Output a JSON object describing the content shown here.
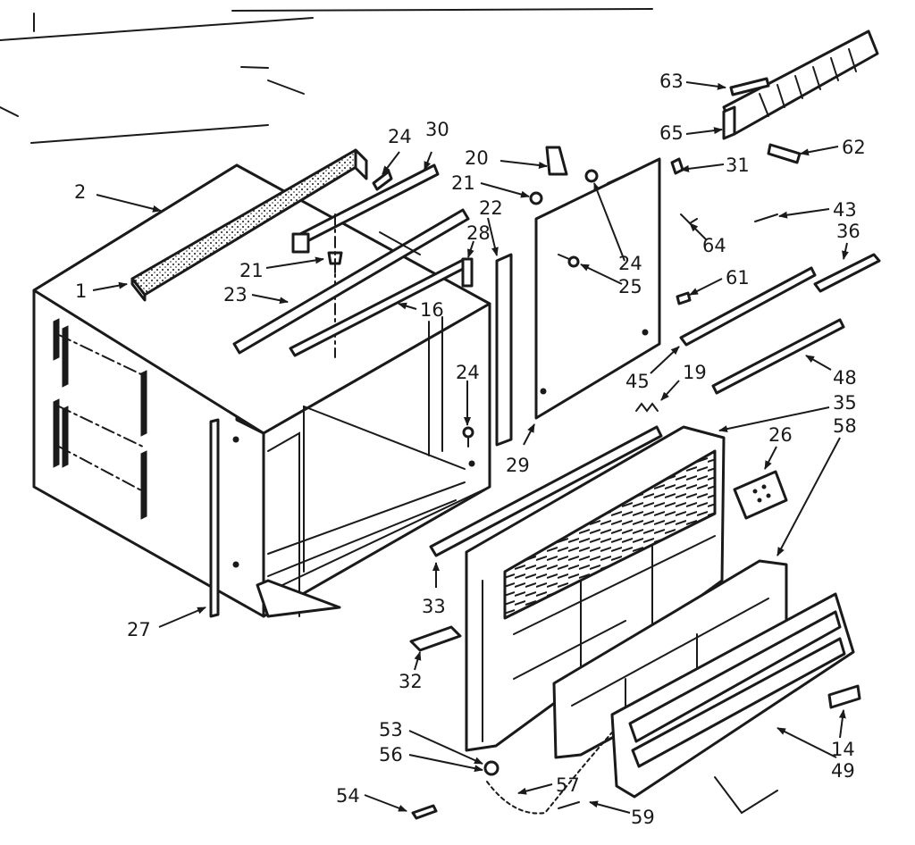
{
  "callouts": {
    "c2": "2",
    "c1": "1",
    "c24a": "24",
    "c30": "30",
    "c20": "20",
    "c21a": "21",
    "c22": "22",
    "c28": "28",
    "c21b": "21",
    "c23": "23",
    "c16": "16",
    "c24b": "24",
    "c25": "25",
    "c24c": "24",
    "c29": "29",
    "c27": "27",
    "c33": "33",
    "c32": "32",
    "c53": "53",
    "c56": "56",
    "c54": "54",
    "c57": "57",
    "c59": "59",
    "c63": "63",
    "c65": "65",
    "c62": "62",
    "c31": "31",
    "c43": "43",
    "c64": "64",
    "c36": "36",
    "c61": "61",
    "c45": "45",
    "c19": "19",
    "c48": "48",
    "c35": "35",
    "c58": "58",
    "c26": "26",
    "c14": "14",
    "c49": "49"
  },
  "colors": {
    "ink": "#1a1a1a",
    "paper": "#ffffff"
  }
}
